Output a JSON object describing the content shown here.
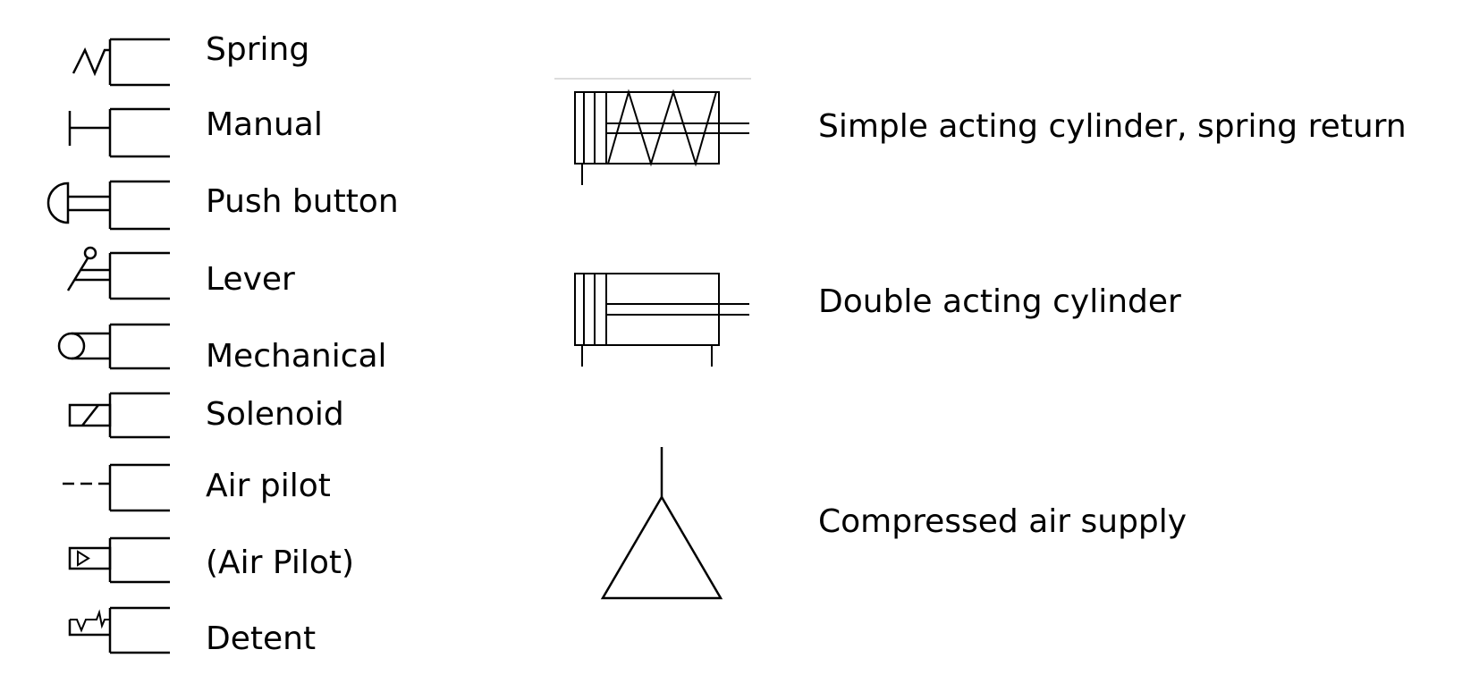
{
  "actuators": [
    {
      "label": "Spring",
      "icon": "spring-icon"
    },
    {
      "label": "Manual",
      "icon": "manual-icon"
    },
    {
      "label": "Push button",
      "icon": "push-button-icon"
    },
    {
      "label": "Lever",
      "icon": "lever-icon"
    },
    {
      "label": "Mechanical",
      "icon": "mechanical-icon"
    },
    {
      "label": "Solenoid",
      "icon": "solenoid-icon"
    },
    {
      "label": "Air pilot",
      "icon": "air-pilot-icon"
    },
    {
      "label": "(Air Pilot)",
      "icon": "air-pilot-box-icon"
    },
    {
      "label": "Detent",
      "icon": "detent-icon"
    }
  ],
  "components": [
    {
      "label": "Simple acting cylinder, spring return",
      "icon": "single-acting-cylinder-icon"
    },
    {
      "label": "Double acting cylinder",
      "icon": "double-acting-cylinder-icon"
    },
    {
      "label": "Compressed air supply",
      "icon": "compressed-air-supply-icon"
    }
  ]
}
